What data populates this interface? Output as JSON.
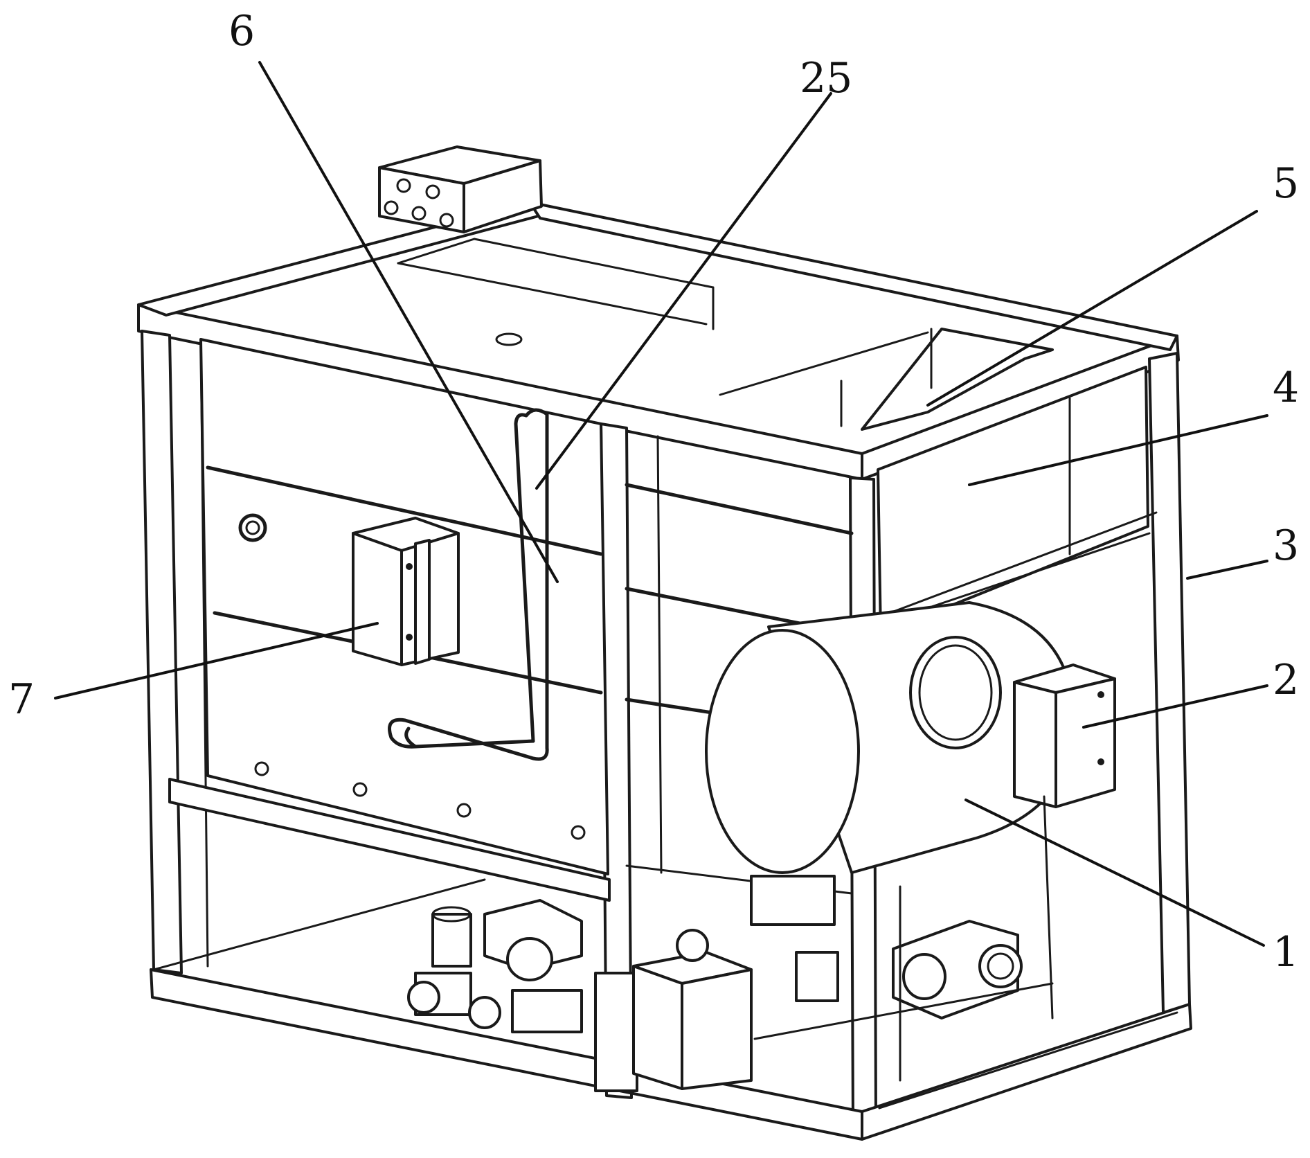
{
  "callouts": {
    "c1": "1",
    "c2": "2",
    "c3": "3",
    "c4": "4",
    "c5": "5",
    "c6": "6",
    "c7": "7",
    "c25": "25"
  }
}
